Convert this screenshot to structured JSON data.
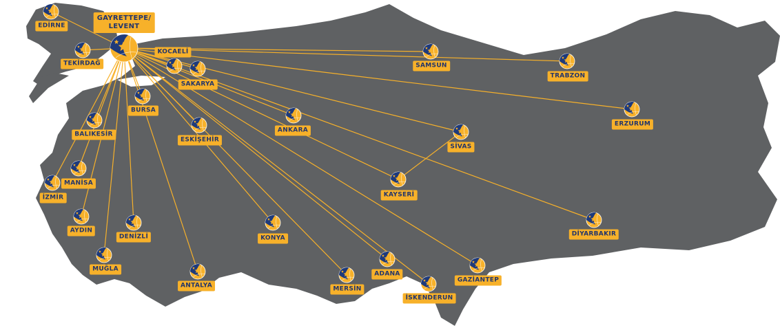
{
  "colors": {
    "land": "#5f6163",
    "accent": "#f7b12a",
    "navy": "#1e3a7b"
  },
  "hub": {
    "id": "gayrettepe",
    "label_line1": "GAYRETTEPE/",
    "label_line2": "LEVENT"
  },
  "cities": [
    {
      "id": "edirne",
      "name": "EDİRNE"
    },
    {
      "id": "tekirdag",
      "name": "TEKİRDAĞ"
    },
    {
      "id": "kocaeli",
      "name": "KOCAELİ"
    },
    {
      "id": "sakarya",
      "name": "SAKARYA"
    },
    {
      "id": "bursa",
      "name": "BURSA"
    },
    {
      "id": "balikesir",
      "name": "BALIKESİR"
    },
    {
      "id": "manisa",
      "name": "MANİSA"
    },
    {
      "id": "izmir",
      "name": "İZMİR"
    },
    {
      "id": "aydin",
      "name": "AYDIN"
    },
    {
      "id": "denizli",
      "name": "DENİZLİ"
    },
    {
      "id": "mugla",
      "name": "MUĞLA"
    },
    {
      "id": "antalya",
      "name": "ANTALYA"
    },
    {
      "id": "eskisehir",
      "name": "ESKİŞEHİR"
    },
    {
      "id": "konya",
      "name": "KONYA"
    },
    {
      "id": "ankara",
      "name": "ANKARA"
    },
    {
      "id": "mersin",
      "name": "MERSİN"
    },
    {
      "id": "adana",
      "name": "ADANA"
    },
    {
      "id": "iskenderun",
      "name": "İSKENDERUN"
    },
    {
      "id": "gaziantep",
      "name": "GAZİANTEP"
    },
    {
      "id": "kayseri",
      "name": "KAYSERİ"
    },
    {
      "id": "sivas",
      "name": "SİVAS"
    },
    {
      "id": "diyarbakir",
      "name": "DİYARBAKIR"
    },
    {
      "id": "erzurum",
      "name": "ERZURUM"
    },
    {
      "id": "trabzon",
      "name": "TRABZON"
    },
    {
      "id": "samsun",
      "name": "SAMSUN"
    }
  ],
  "extra_links": [
    [
      "kayseri",
      "sivas"
    ]
  ]
}
